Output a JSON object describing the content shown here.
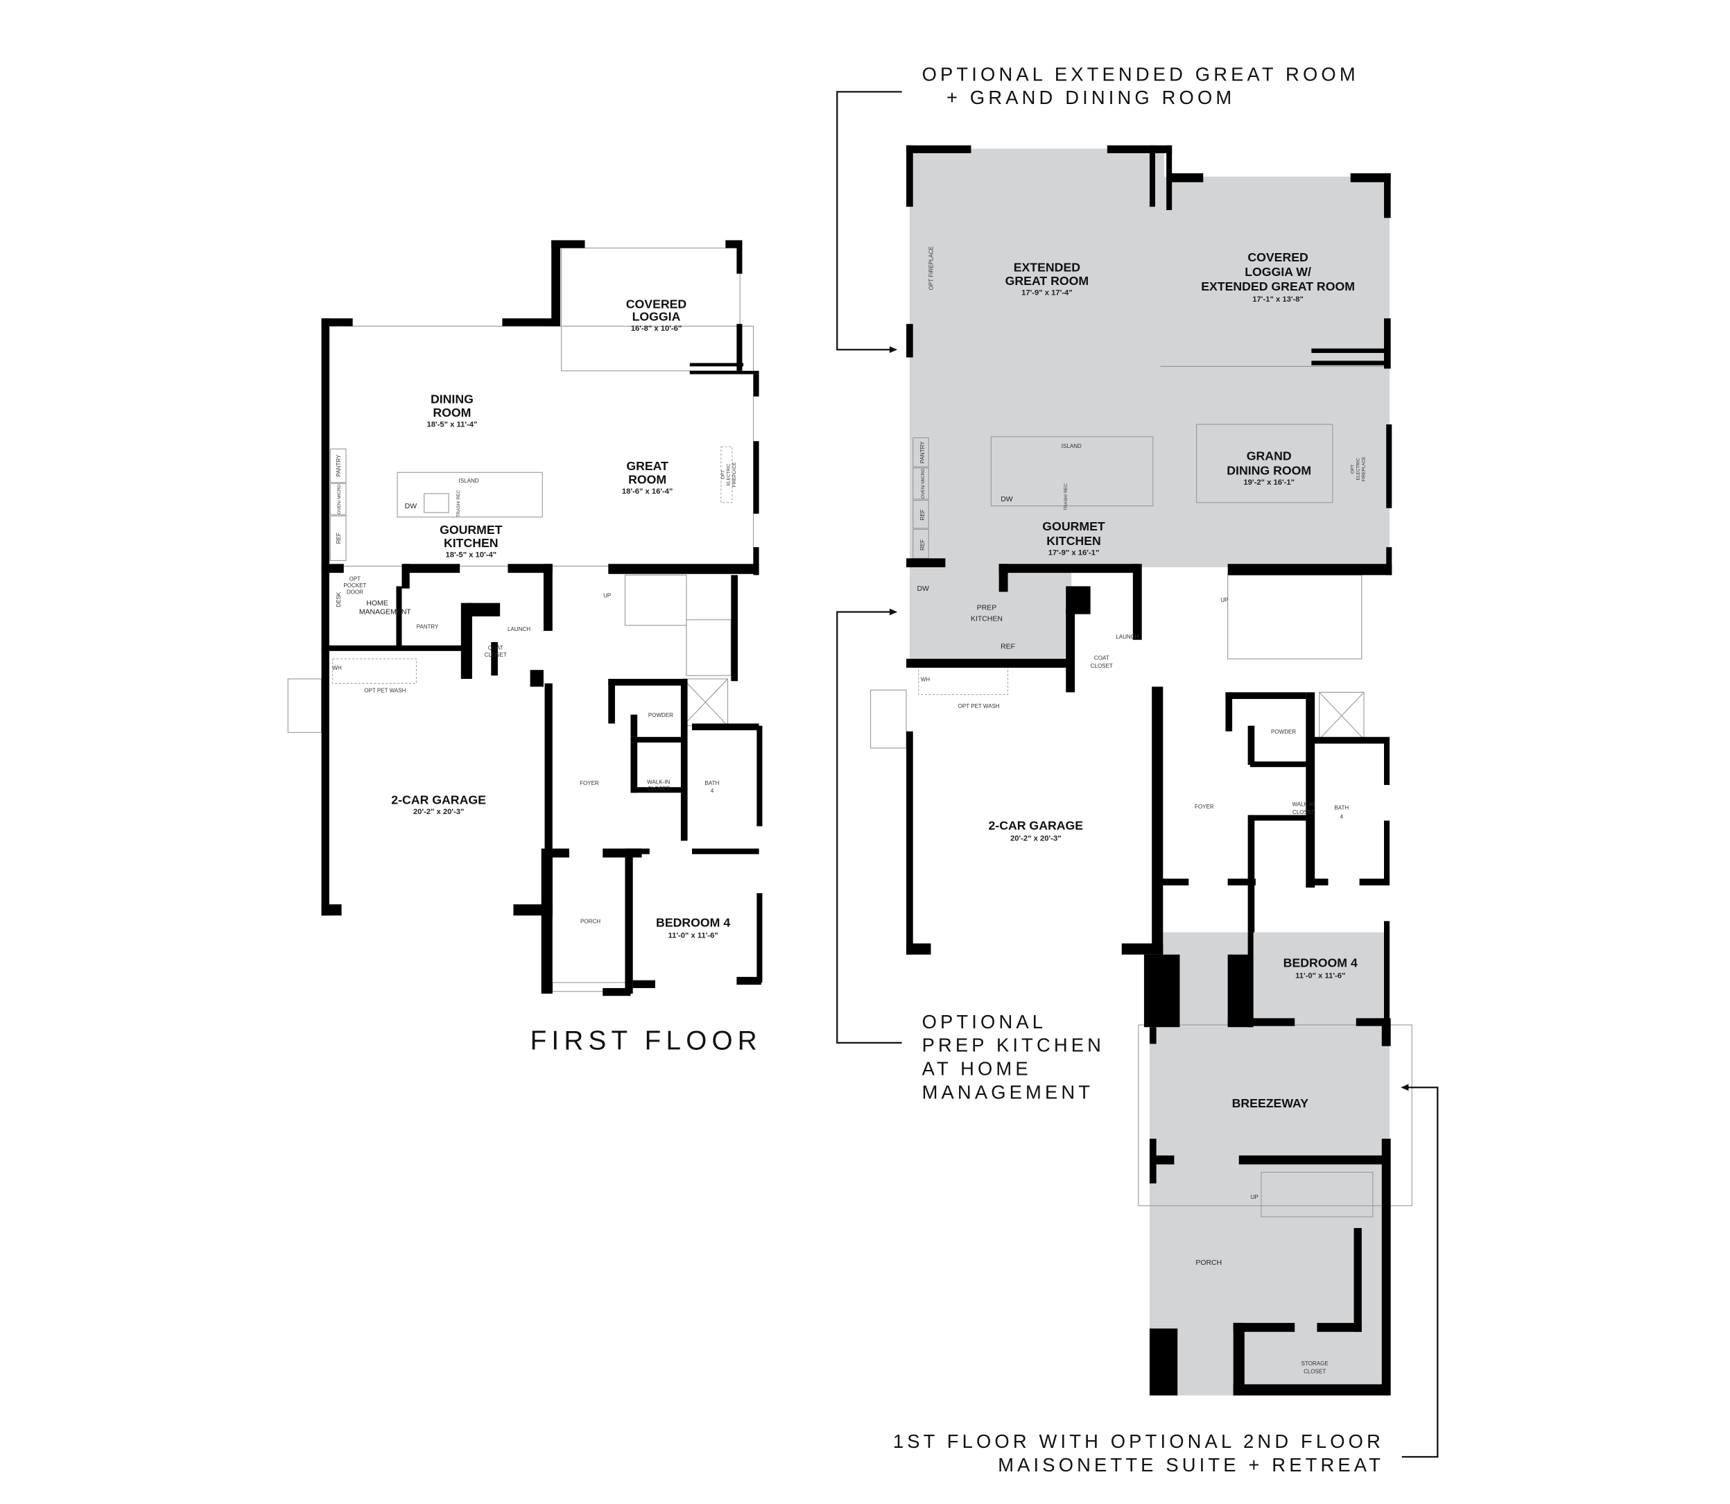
{
  "colors": {
    "wall": "#000000",
    "option_fill": "#d3d4d6",
    "background": "#ffffff"
  },
  "first_floor": {
    "title": "FIRST FLOOR",
    "rooms": {
      "covered_loggia": {
        "name1": "COVERED",
        "name2": "LOGGIA",
        "dim": "16'-8\" x 10'-6\""
      },
      "dining_room": {
        "name1": "DINING",
        "name2": "ROOM",
        "dim": "18'-5\" x 11'-4\""
      },
      "great_room": {
        "name1": "GREAT",
        "name2": "ROOM",
        "dim": "18'-6\" x 16'-4\""
      },
      "gourmet_kitchen": {
        "name1": "GOURMET",
        "name2": "KITCHEN",
        "dim": "18'-5\" x 10'-4\""
      },
      "home_management": {
        "name1": "HOME",
        "name2": "MANAGEMENT"
      },
      "garage": {
        "name": "2-CAR GARAGE",
        "dim": "20'-2\" x 20'-3\""
      },
      "bedroom4": {
        "name": "BEDROOM 4",
        "dim": "11'-0\" x 11'-6\""
      }
    },
    "labels": {
      "island": "ISLAND",
      "dw": "DW",
      "trash": "TRASH/ REC",
      "pantry": "PANTRY",
      "oven": "OVEN/ MICRO",
      "ref": "REF",
      "opt_electric_fireplace_1": "OPT",
      "opt_electric_fireplace_2": "ELECTRIC",
      "opt_electric_fireplace_3": "FIREPLACE",
      "opt_pocket_door_1": "OPT",
      "opt_pocket_door_2": "POCKET",
      "opt_pocket_door_3": "DOOR",
      "desk": "DESK",
      "pantry2": "PANTRY",
      "launch": "LAUNCH",
      "coat1": "COAT",
      "coat2": "CLOSET",
      "wh": "WH",
      "opt_pet_wash": "OPT PET WASH",
      "up": "UP",
      "powder": "POWDER",
      "walkin1": "WALK-IN",
      "walkin2": "CLOSET",
      "bath1": "BATH",
      "bath2": "4",
      "foyer": "FOYER",
      "porch": "PORCH"
    }
  },
  "optional_plan": {
    "rooms": {
      "extended_great_room": {
        "name1": "EXTENDED",
        "name2": "GREAT ROOM",
        "dim": "17'-9\" x 17'-4\""
      },
      "covered_loggia_ext": {
        "name1": "COVERED",
        "name2": "LOGGIA W/",
        "name3": "EXTENDED GREAT ROOM",
        "dim": "17'-1\" x 13'-8\""
      },
      "grand_dining_room": {
        "name1": "GRAND",
        "name2": "DINING ROOM",
        "dim": "19'-2\" x 16'-1\""
      },
      "gourmet_kitchen": {
        "name1": "GOURMET",
        "name2": "KITCHEN",
        "dim": "17'-9\" x 16'-1\""
      },
      "prep_kitchen": {
        "name1": "PREP",
        "name2": "KITCHEN"
      },
      "garage": {
        "name": "2-CAR GARAGE",
        "dim": "20'-2\" x 20'-3\""
      },
      "bedroom4": {
        "name": "BEDROOM 4",
        "dim": "11'-0\" x 11'-6\""
      },
      "breezeway": {
        "name": "BREEZEWAY"
      },
      "porch": {
        "name": "PORCH"
      },
      "storage_closet": {
        "name1": "STORAGE",
        "name2": "CLOSET"
      }
    },
    "labels": {
      "opt_fireplace": "OPT FIREPLACE",
      "island": "ISLAND",
      "dw": "DW",
      "trash": "TRASH/ REC",
      "pantry": "PANTRY",
      "oven": "OVEN/ MICRO",
      "ref": "REF",
      "opt_electric_fireplace_1": "OPT",
      "opt_electric_fireplace_2": "ELECTRIC",
      "opt_electric_fireplace_3": "FIREPLACE",
      "launch": "LAUNCH",
      "coat1": "COAT",
      "coat2": "CLOSET",
      "wh": "WH",
      "opt_pet_wash": "OPT PET WASH",
      "up": "UP",
      "powder": "POWDER",
      "walkin1": "WALK-IN",
      "walkin2": "CLOSET",
      "bath1": "BATH",
      "bath2": "4",
      "foyer": "FOYER"
    }
  },
  "callouts": {
    "great_room_option": {
      "line1": "OPTIONAL EXTENDED GREAT ROOM",
      "line2": "+ GRAND DINING ROOM"
    },
    "prep_kitchen_option": {
      "line1": "OPTIONAL",
      "line2": "PREP KITCHEN",
      "line3": "AT HOME",
      "line4": "MANAGEMENT"
    },
    "maisonette_option": {
      "line1": "1ST FLOOR WITH OPTIONAL 2ND FLOOR",
      "line2": "MAISONETTE SUITE + RETREAT"
    }
  }
}
